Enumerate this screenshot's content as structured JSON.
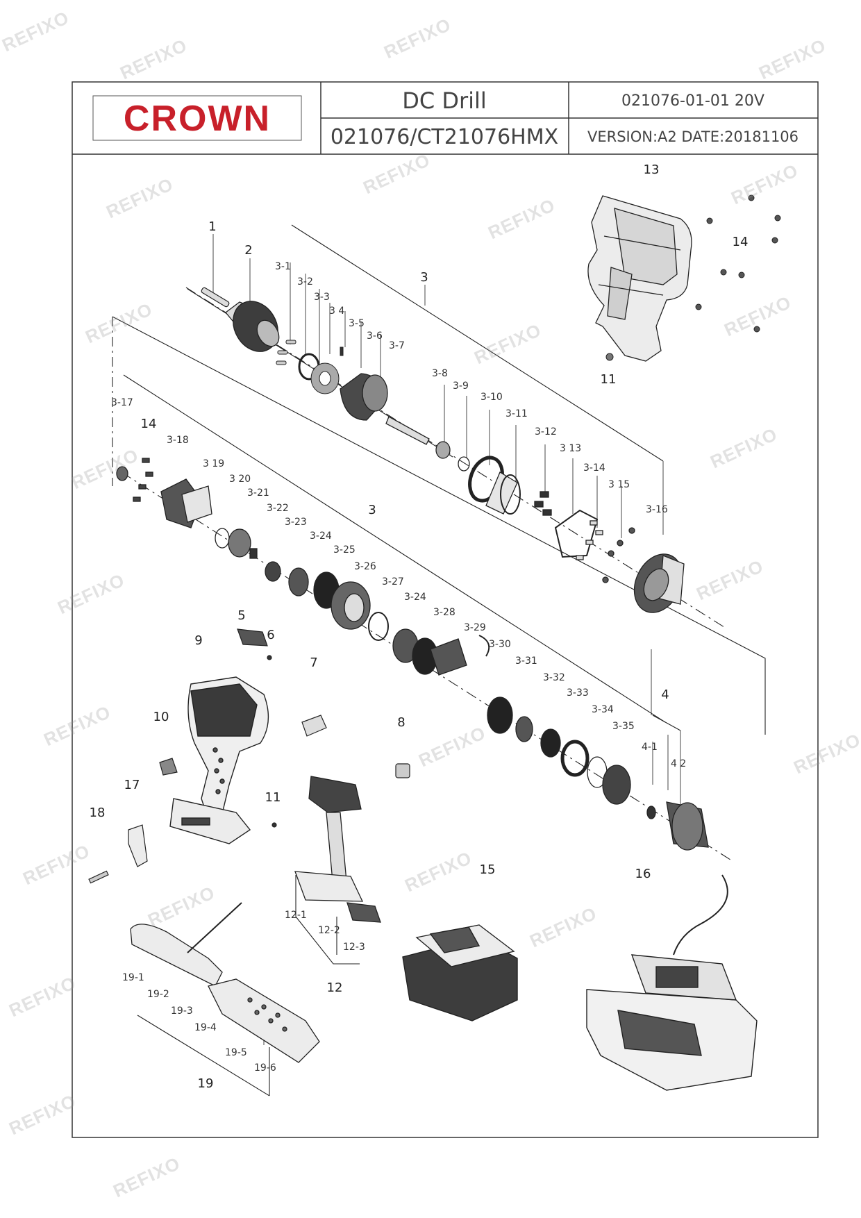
{
  "header": {
    "brand": "CROWN",
    "product": "DC  Drill",
    "model": "021076/CT21076HMX",
    "drawing_no": "021076-01-01  20V",
    "version_date": "VERSION:A2  DATE:20181106"
  },
  "watermark": "REFIXO",
  "callouts": {
    "c1": "1",
    "c2": "2",
    "c3a": "3",
    "c3b": "3",
    "c4": "4",
    "c5": "5",
    "c6": "6",
    "c7": "7",
    "c8": "8",
    "c9": "9",
    "c10": "10",
    "c11a": "11",
    "c11b": "11",
    "c12": "12",
    "c13": "13",
    "c14a": "14",
    "c14b": "14",
    "c15": "15",
    "c16": "16",
    "c17": "17",
    "c18": "18",
    "c19": "19",
    "s3_1": "3-1",
    "s3_2": "3-2",
    "s3_3": "3-3",
    "s3_4": "3  4",
    "s3_5": "3-5",
    "s3_6": "3-6",
    "s3_7": "3-7",
    "s3_8": "3-8",
    "s3_9": "3-9",
    "s3_10": "3-10",
    "s3_11": "3-11",
    "s3_12": "3-12",
    "s3_13": "3  13",
    "s3_14": "3-14",
    "s3_15": "3  15",
    "s3_16": "3-16",
    "s3_17": "3-17",
    "s3_18": "3-18",
    "s3_19": "3  19",
    "s3_20": "3  20",
    "s3_21": "3-21",
    "s3_22": "3-22",
    "s3_23": "3-23",
    "s3_24a": "3-24",
    "s3_25": "3-25",
    "s3_26": "3-26",
    "s3_27": "3-27",
    "s3_24b": "3-24",
    "s3_28": "3-28",
    "s3_29": "3-29",
    "s3_30": "3-30",
    "s3_31": "3-31",
    "s3_32": "3-32",
    "s3_33": "3-33",
    "s3_34": "3-34",
    "s3_35": "3-35",
    "s4_1": "4-1",
    "s4_2": "4  2",
    "s12_1": "12-1",
    "s12_2": "12-2",
    "s12_3": "12-3",
    "s19_1": "19-1",
    "s19_2": "19-2",
    "s19_3": "19-3",
    "s19_4": "19-4",
    "s19_5": "19-5",
    "s19_6": "19-6"
  },
  "colors": {
    "brand_red": "#c8202a",
    "line": "#222222",
    "part_fill": "#e9e9e9",
    "part_dark": "#3a3a3a"
  }
}
